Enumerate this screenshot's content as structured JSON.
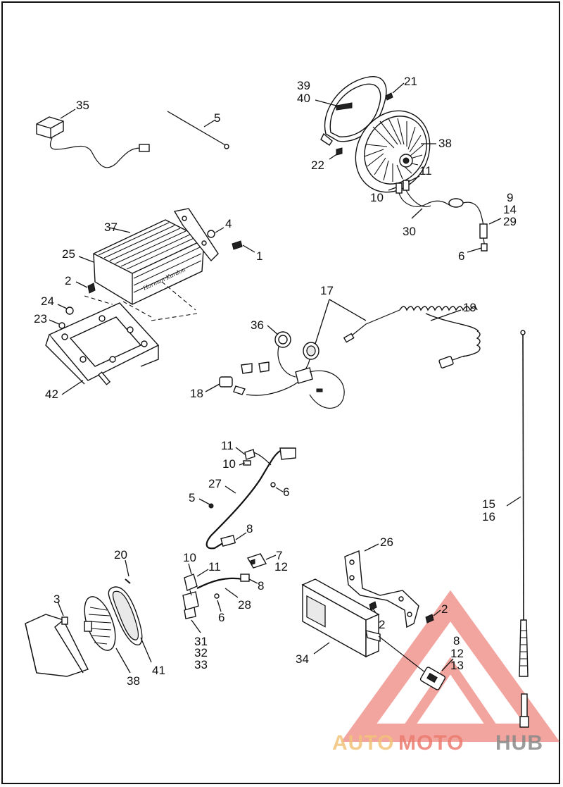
{
  "callouts": {
    "c35": "35",
    "c5a": "5",
    "c39": "39",
    "c40": "40",
    "c21": "21",
    "c38a": "38",
    "c22": "22",
    "c11a": "11",
    "c10a": "10",
    "c9": "9",
    "c14": "14",
    "c29": "29",
    "c30": "30",
    "c6a": "6",
    "c37": "37",
    "c4": "4",
    "c25": "25",
    "c1": "1",
    "c2a": "2",
    "c24": "24",
    "c23": "23",
    "c42": "42",
    "c17": "17",
    "c19": "19",
    "c36": "36",
    "c18": "18",
    "c11b": "11",
    "c10b": "10",
    "c27": "27",
    "c6b": "6",
    "c5b": "5",
    "c8a": "8",
    "c15": "15",
    "c16": "16",
    "c20": "20",
    "c10c": "10",
    "c11c": "11",
    "c7": "7",
    "c12a": "12",
    "c8b": "8",
    "c26": "26",
    "c3": "3",
    "c28": "28",
    "c6c": "6",
    "c2b": "2",
    "c2c": "2",
    "c31": "31",
    "c32": "32",
    "c33": "33",
    "c8c": "8",
    "c12b": "12",
    "c13": "13",
    "c34": "34",
    "c38b": "38",
    "c41": "41"
  },
  "watermark": {
    "part1": "AUTO",
    "part2": "MOTO",
    "part3": "HUB",
    "color1": "#f2c27a",
    "color2": "#ec7b70",
    "color3": "#8a8a8a",
    "triangle_color": "#e85a50"
  }
}
